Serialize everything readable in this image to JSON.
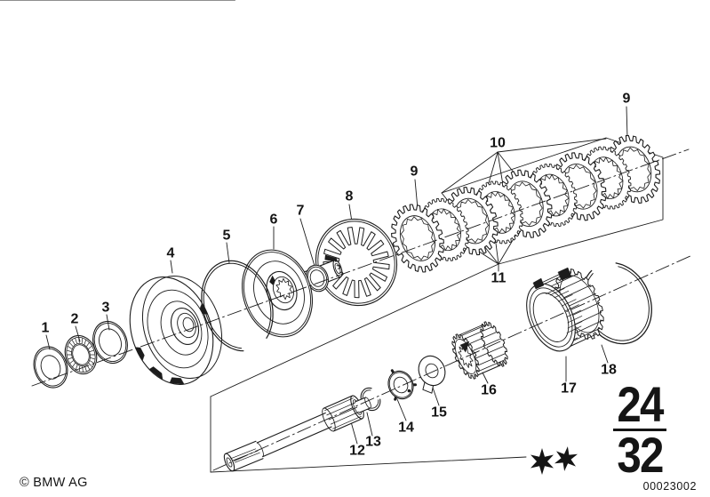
{
  "diagram": {
    "callouts": [
      {
        "label": "1"
      },
      {
        "label": "2"
      },
      {
        "label": "3"
      },
      {
        "label": "4"
      },
      {
        "label": "5"
      },
      {
        "label": "6"
      },
      {
        "label": "7"
      },
      {
        "label": "8"
      },
      {
        "label": "9"
      },
      {
        "label": "10"
      },
      {
        "label": "9"
      },
      {
        "label": "11"
      },
      {
        "label": "12"
      },
      {
        "label": "13"
      },
      {
        "label": "14"
      },
      {
        "label": "15"
      },
      {
        "label": "16"
      },
      {
        "label": "17"
      },
      {
        "label": "18"
      }
    ]
  },
  "section_reference": {
    "main_group": "24",
    "sub_group": "32"
  },
  "markers": {
    "star_count": 2
  },
  "footer": {
    "copyright": "© BMW AG",
    "document_number": "00023002"
  },
  "colors": {
    "ink": "#1c1c1c",
    "paper": "#ffffff"
  }
}
